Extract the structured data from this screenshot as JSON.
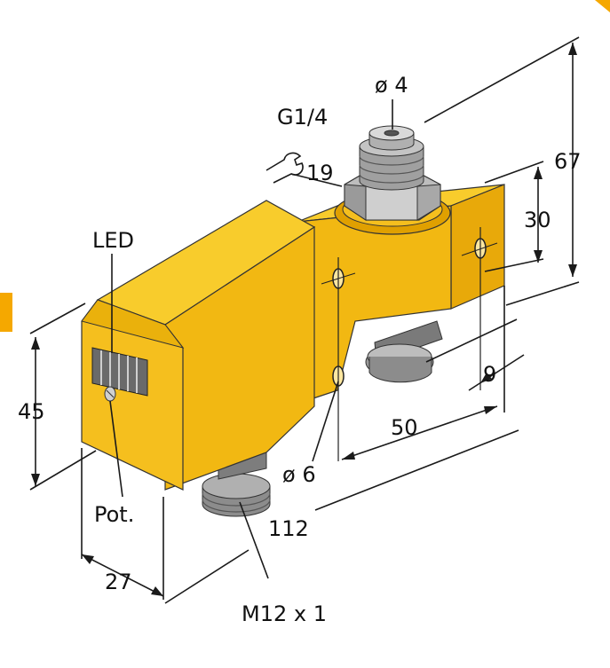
{
  "labels": {
    "led": "LED",
    "pot": "Pot.",
    "thread_g": "G1/4",
    "wrench_size": "19",
    "bore": "ø 4",
    "mount_hole": "ø 6",
    "connector": "M12 x 1",
    "dim_45": "45",
    "dim_27": "27",
    "dim_112": "112",
    "dim_50": "50",
    "dim_9": "9",
    "dim_30": "30",
    "dim_67": "67"
  },
  "colors": {
    "housing_front": "#f2b812",
    "housing_top": "#f8cc2c",
    "housing_side": "#e8a90a",
    "accent_orange": "#f5a800",
    "metal_light": "#c9c9c9",
    "metal_dark": "#6e6e6e",
    "line": "#1a1a1a"
  },
  "icons": {
    "wrench": "wrench-icon"
  }
}
